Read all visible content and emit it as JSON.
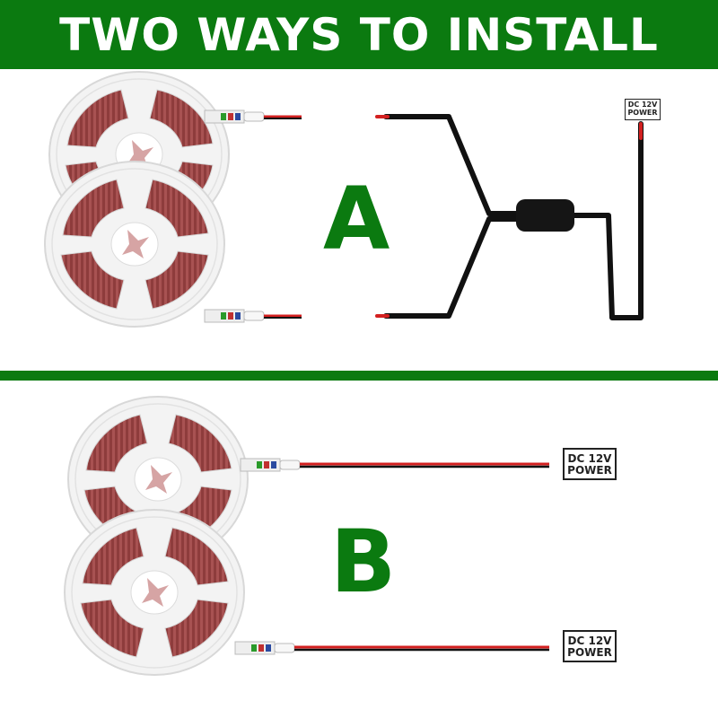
{
  "banner": {
    "title": "TWO WAYS TO INSTALL",
    "color": "#0b7a10"
  },
  "option_a": {
    "letter": "A",
    "power": {
      "line1": "DC 12V",
      "line2": "POWER"
    }
  },
  "option_b": {
    "letter": "B",
    "power_top": {
      "line1": "DC 12V",
      "line2": "POWER"
    },
    "power_bottom": {
      "line1": "DC 12V",
      "line2": "POWER"
    }
  },
  "icons": {
    "reel": "led-strip-reel-icon",
    "splitter": "y-splitter-cable-icon",
    "wire": "red-black-wire-icon"
  },
  "colors": {
    "accent": "#0b7a10",
    "strip": "#a54a4a",
    "wire_red": "#d32020",
    "wire_black": "#111111"
  }
}
